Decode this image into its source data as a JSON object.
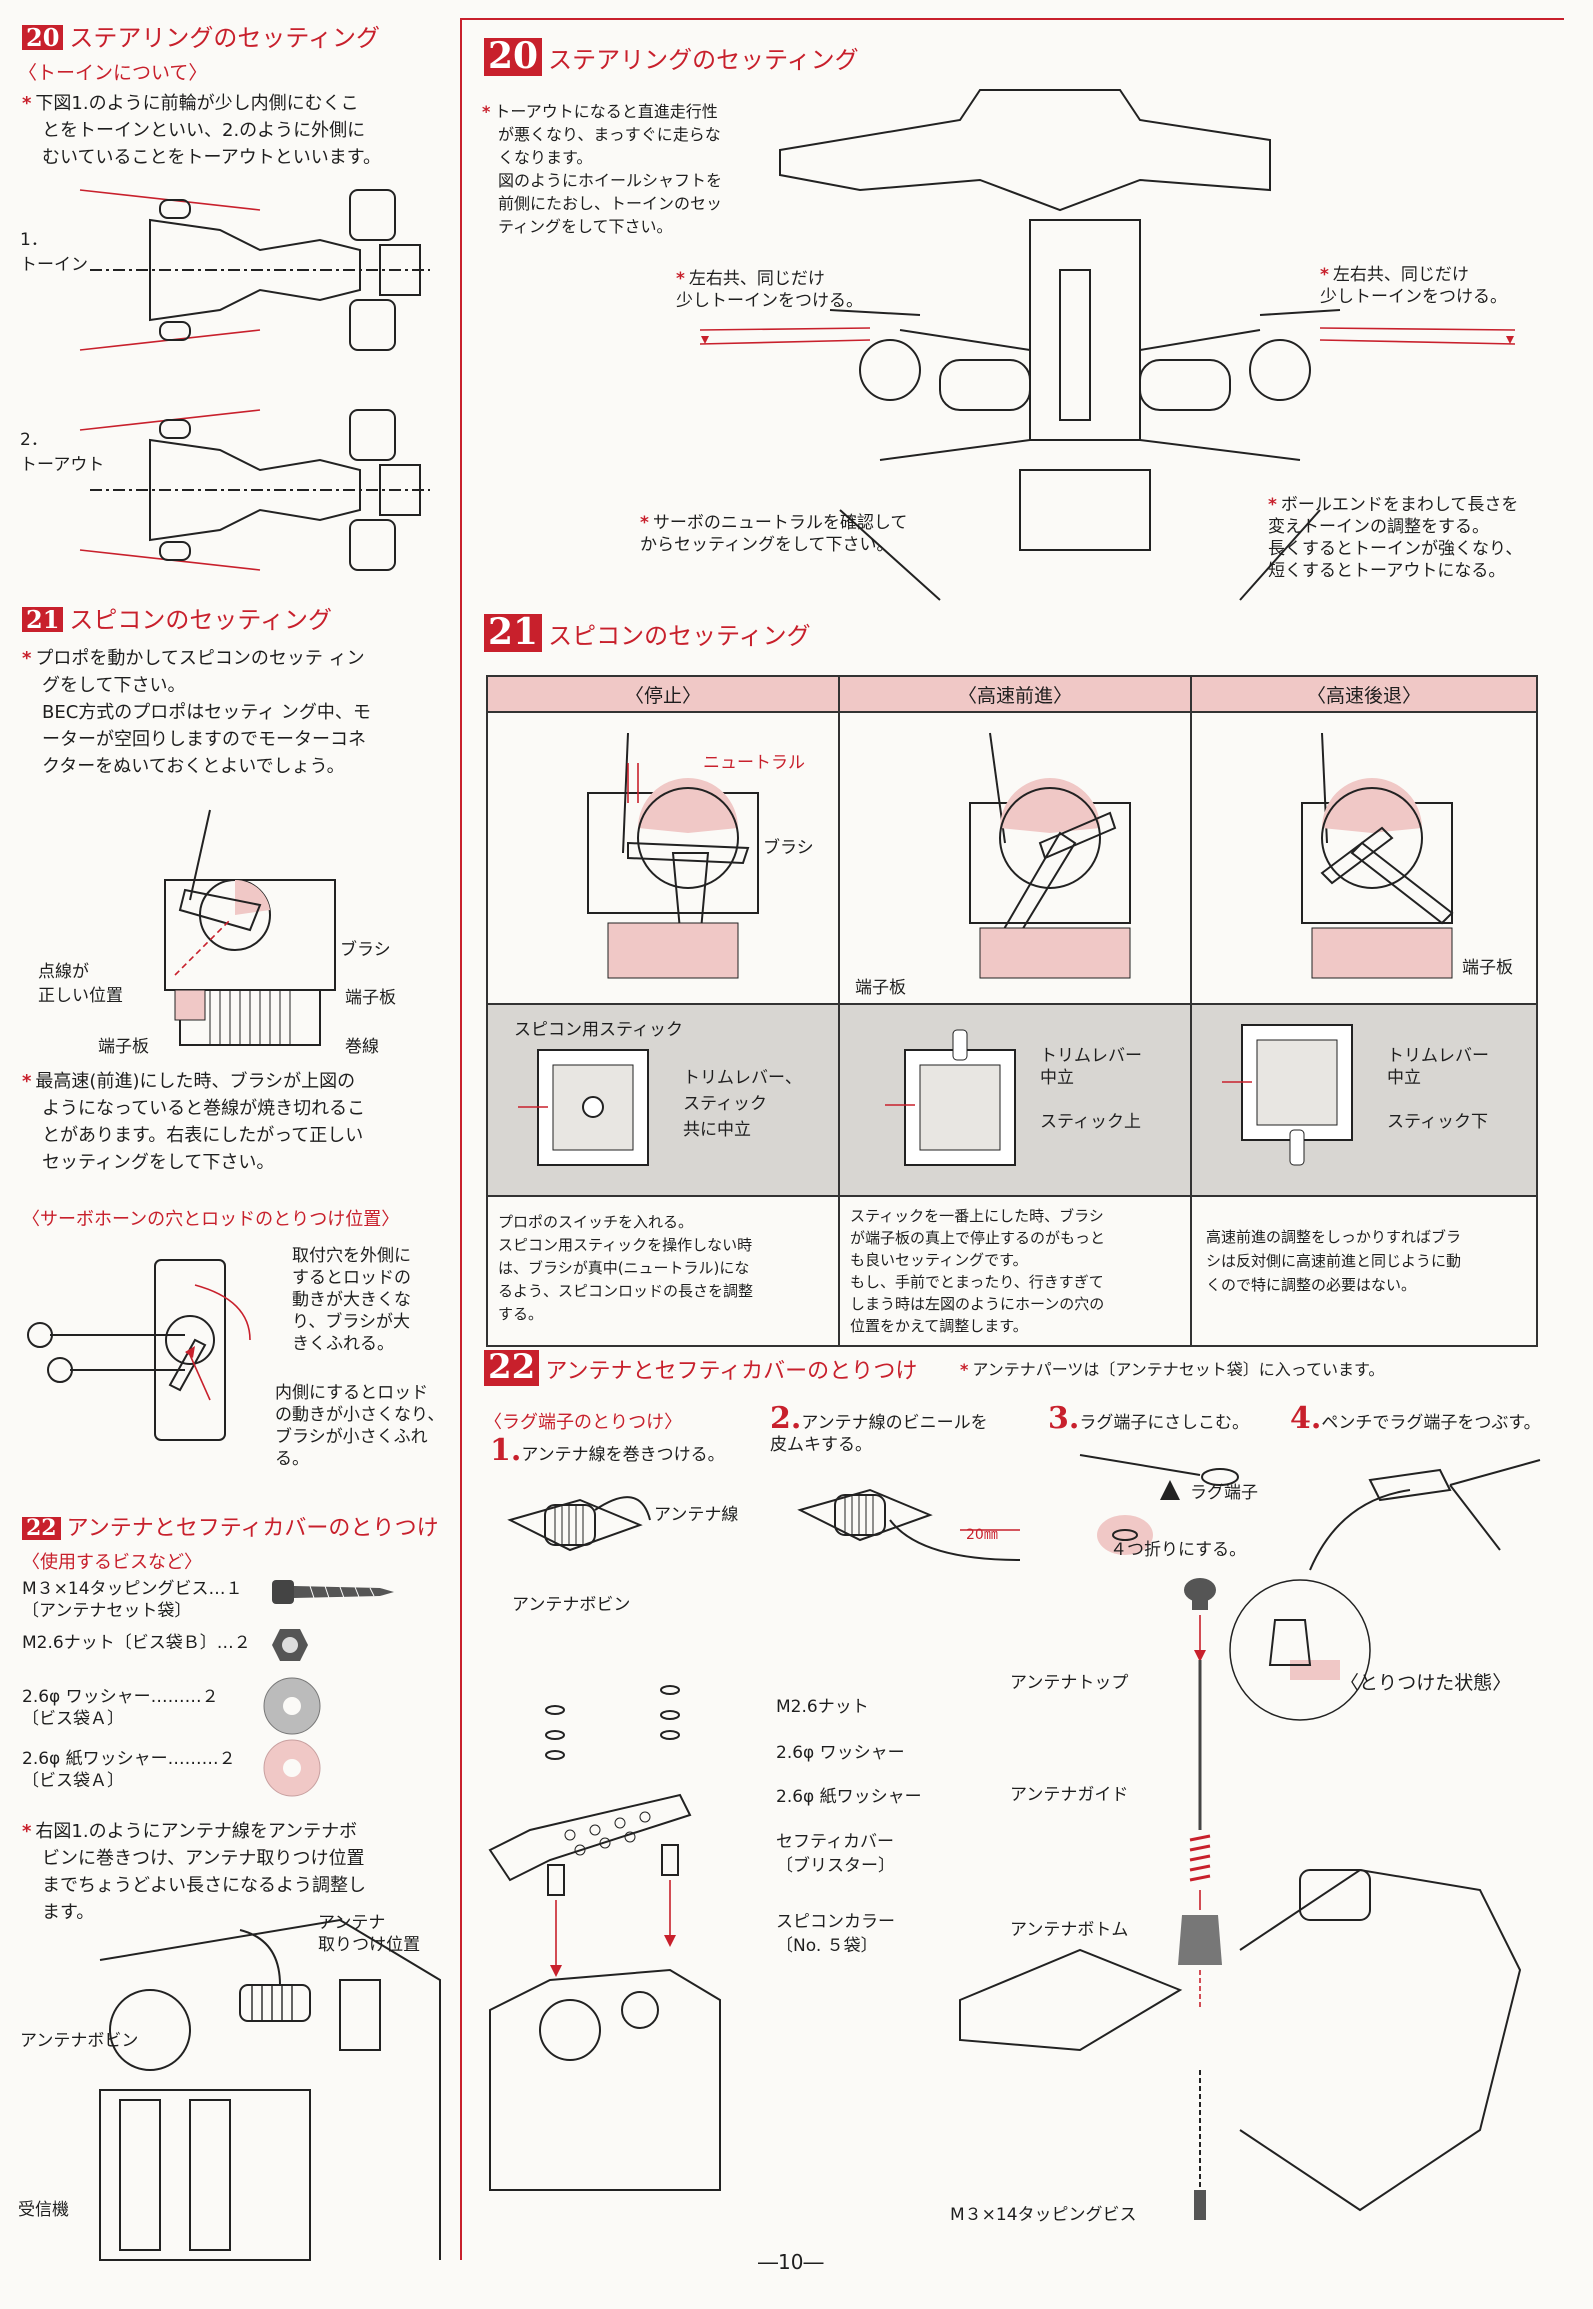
{
  "left": {
    "s20": {
      "num": "20",
      "title": "ステアリングのセッティング",
      "sub": "〈トーインについて〉",
      "note": [
        "下図1.のように前輪が少し内側にむくこ",
        "とをトーインといい、2.のように外側に",
        "むいていることをトーアウトといいます。"
      ],
      "fig1": "1．\nトーイン",
      "fig2": "2．\nトーアウト"
    },
    "s21": {
      "num": "21",
      "title": "スピコンのセッティング",
      "note": [
        "プロポを動かしてスピコンのセッテ ィン",
        "グをして下さい。",
        "BEC方式のプロポはセッティ ング中、モ",
        "ーターが空回りしますのでモーターコネ",
        "クターをぬいておくとよいでしょう。"
      ],
      "labels": {
        "brush": "ブラシ",
        "position": "点線が\n正しい位置",
        "terminal1": "端子板",
        "terminal2": "端子板",
        "coil": "巻線"
      },
      "note2": [
        "最高速(前進)にした時、ブラシが上図の",
        "ようになっていると巻線が焼き切れるこ",
        "とがあります。右表にしたがって正しい",
        "セッティングをして下さい。"
      ],
      "horn_sub": "〈サーボホーンの穴とロッドのとりつけ位置〉",
      "horn_out": [
        "取付穴を外側に",
        "するとロッドの",
        "動きが大きくな",
        "り、ブラシが大",
        "きくふれる。"
      ],
      "horn_in": [
        "内側にするとロッド",
        "の動きが小さくなり、",
        "ブラシが小さくふれ",
        "る。"
      ]
    },
    "s22": {
      "num": "22",
      "title": "アンテナとセフティカバーのとりつけ",
      "sub": "〈使用するビスなど〉",
      "parts": [
        {
          "name": "M３×14タッピングビス…１",
          "bag": "〔アンテナセット袋〕"
        },
        {
          "name": "M2.6ナット〔ビス袋Ｂ〕…２",
          "bag": ""
        },
        {
          "name": "2.6φ ワッシャー………２",
          "bag": "〔ビス袋Ａ〕"
        },
        {
          "name": "2.6φ 紙ワッシャー………２",
          "bag": "〔ビス袋Ａ〕"
        }
      ],
      "note": [
        "右図1.のようにアンテナ線をアンテナボ",
        "ビンに巻きつけ、アンテナ取りつけ位置",
        "までちょうどよい長さになるよう調整し",
        "ます。"
      ],
      "labels": {
        "antenna_pos": "アンテナ\n取りつけ位置",
        "bobbin": "アンテナボビン",
        "receiver": "受信機"
      }
    }
  },
  "right": {
    "s20": {
      "num": "20",
      "title": "ステアリングのセッティング",
      "note": [
        "トーアウトになると直進走行性",
        "が悪くなり、まっすぐに走らな",
        "くなります。",
        "図のようにホイールシャフトを",
        "前側にたおし、トーインのセッ",
        "ティングをして下さい。"
      ],
      "left_note": "左右共、同じだけ\n少しトーインをつける。",
      "right_note": "左右共、同じだけ\n少しトーインをつける。",
      "servo_note": "サーボのニュートラルを確認して\nからセッティングをして下さい。",
      "ballend_note": "ボールエンドをまわして長さを\n変えトーインの調整をする。\n長くするとトーインが強くなり、\n短くするとトーアウトになる。"
    },
    "s21": {
      "num": "21",
      "title": "スピコンのセッティング",
      "headers": [
        "〈停止〉",
        "〈高速前進〉",
        "〈高速後退〉"
      ],
      "top_labels": {
        "neutral": "ニュートラル",
        "brush": "ブラシ",
        "terminal_mid": "端子板",
        "terminal_right": "端子板"
      },
      "stick_label": "スピコン用スティック",
      "trim": [
        "トリムレバー、\nスティック\n共に中立",
        "トリムレバー\n中立\n\nスティック上",
        "トリムレバー\n中立\n\nスティック下"
      ],
      "notes": [
        "プロポのスイッチを入れる。\nスピコン用スティックを操作しない時\nは、ブラシが真中(ニュートラル)にな\nるよう、スピコンロッドの長さを調整\nする。",
        "スティックを一番上にした時、ブラシ\nが端子板の真上で停止するのがもっと\nも良いセッティングです。\nもし、手前でとまったり、行きすぎて\nしまう時は左図のようにホーンの穴の\n位置をかえて調整します。",
        "高速前進の調整をしっかりすればブラ\nシは反対側に高速前進と同じように動\nくので特に調整の必要はない。"
      ]
    },
    "s22": {
      "num": "22",
      "title": "アンテナとセフティカバーのとりつけ",
      "note": "アンテナパーツは〔アンテナセット袋〕に入っています。",
      "lug_sub": "〈ラグ端子のとりつけ〉",
      "steps": [
        {
          "n": "1.",
          "text": "アンテナ線を巻きつける。"
        },
        {
          "n": "2.",
          "text": "アンテナ線のビニールを\n皮ムキする。"
        },
        {
          "n": "3.",
          "text": "ラグ端子にさしこむ。"
        },
        {
          "n": "4.",
          "text": "ペンチでラグ端子をつぶす。"
        }
      ],
      "labels": {
        "antenna_wire": "アンテナ線",
        "antenna_bobbin": "アンテナボビン",
        "mm": "20㎜",
        "lug": "ラグ端子",
        "fold": "４つ折りにする。",
        "nut": "M2.6ナット",
        "washer": "2.6φ ワッシャー",
        "paper_washer": "2.6φ 紙ワッシャー",
        "cover": "セフティカバー\n〔ブリスター〕",
        "collar": "スピコンカラー\n〔No. ５袋〕",
        "top": "アンテナトップ",
        "guide": "アンテナガイド",
        "bottom": "アンテナボトム",
        "installed": "〈とりつけた状態〉",
        "screw": "M３×14タッピングビス"
      }
    }
  },
  "page_number": "―10―"
}
